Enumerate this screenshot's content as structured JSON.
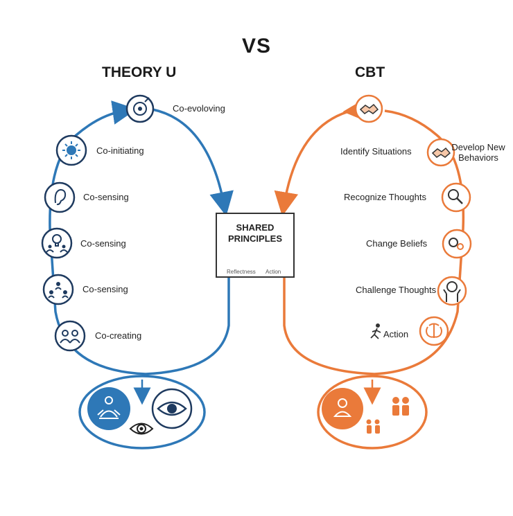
{
  "title": "VS",
  "left": {
    "title": "THEORY U",
    "color": "#2e78b7",
    "stages": [
      {
        "label": "Co-evoloving",
        "icon": "target-cycle-icon"
      },
      {
        "label": "Co-initiating",
        "icon": "sun-icon"
      },
      {
        "label": "Co-sensing",
        "icon": "ear-icon"
      },
      {
        "label": "Co-sensing",
        "icon": "lightbulb-people-icon"
      },
      {
        "label": "Co-sensing",
        "icon": "people-network-icon"
      },
      {
        "label": "Co-creating",
        "icon": "group-icon"
      }
    ],
    "bottom_icons": [
      "meditation-icon",
      "eye-icon",
      "eye-icon"
    ]
  },
  "right": {
    "title": "CBT",
    "color": "#ea7a3a",
    "stages": [
      {
        "label": "",
        "icon": "handshake-icon"
      },
      {
        "label": "Identify Situations",
        "icon": ""
      },
      {
        "label": "Develop New Behaviors",
        "icon": "handshake-icon"
      },
      {
        "label": "Recognize Thoughts",
        "icon": "magnifier-icon"
      },
      {
        "label": "Change Beliefs",
        "icon": "brain-gears-icon"
      },
      {
        "label": "Challenge Thoughts",
        "icon": "head-brain-icon"
      },
      {
        "label": "Action",
        "icon": "brain-icon"
      }
    ],
    "bottom_icons": [
      "person-icon",
      "family-icon",
      "family-icon"
    ]
  },
  "shared": {
    "title": "SHARED PRINCIPLES",
    "items": [
      {
        "label": "Reflectness",
        "color": "#2e78b7"
      },
      {
        "label": "Action",
        "color": "#ea7a3a"
      }
    ]
  }
}
